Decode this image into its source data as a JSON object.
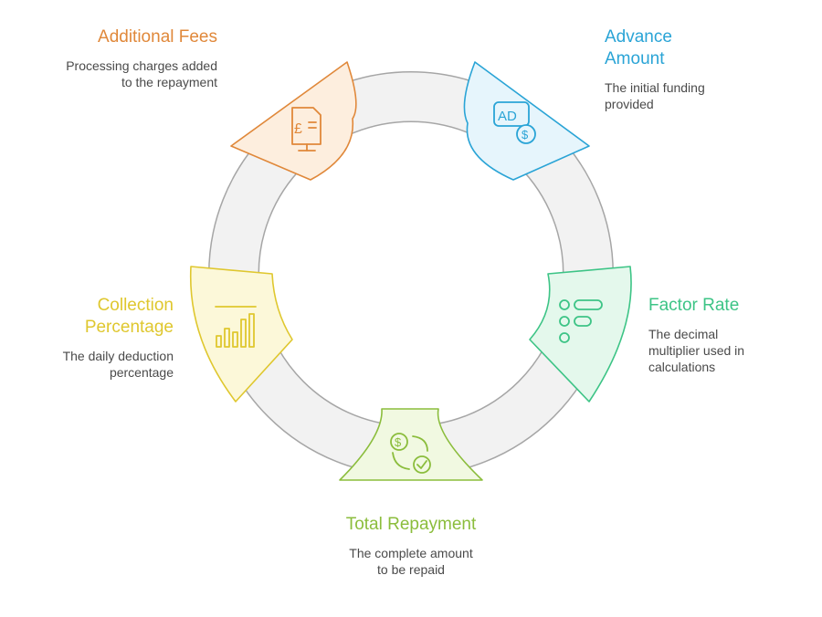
{
  "colors": {
    "ring_fill": "#f2f2f2",
    "ring_stroke": "#a6a6a6",
    "fees": "#e0883a",
    "advance": "#2aa4d6",
    "factor": "#3dc486",
    "repayment": "#8bbd3c",
    "collection": "#dfc72e",
    "text_muted": "#4a4a4a"
  },
  "stages": [
    {
      "key": "fees",
      "title": "Additional Fees",
      "description": "Processing charges added to the repayment",
      "icon": "invoice-pound-monitor-icon",
      "fill": "#fdeede"
    },
    {
      "key": "advance",
      "title": "Advance Amount",
      "description": "The initial funding provided",
      "icon": "ad-dollar-icon",
      "fill": "#e6f5fc"
    },
    {
      "key": "factor",
      "title": "Factor Rate",
      "description": "The decimal multiplier used in calculations",
      "icon": "list-options-icon",
      "fill": "#e4f8ec"
    },
    {
      "key": "repayment",
      "title": "Total Repayment",
      "description": "The complete amount to be repaid",
      "icon": "dollar-check-cycle-icon",
      "fill": "#f1f9e1"
    },
    {
      "key": "collection",
      "title": "Collection Percentage",
      "description": "The daily deduction percentage",
      "icon": "bar-chart-icon",
      "fill": "#fcf8d9"
    }
  ],
  "icon_text": {
    "pound": "£",
    "ad": "AD",
    "dollar": "$"
  }
}
